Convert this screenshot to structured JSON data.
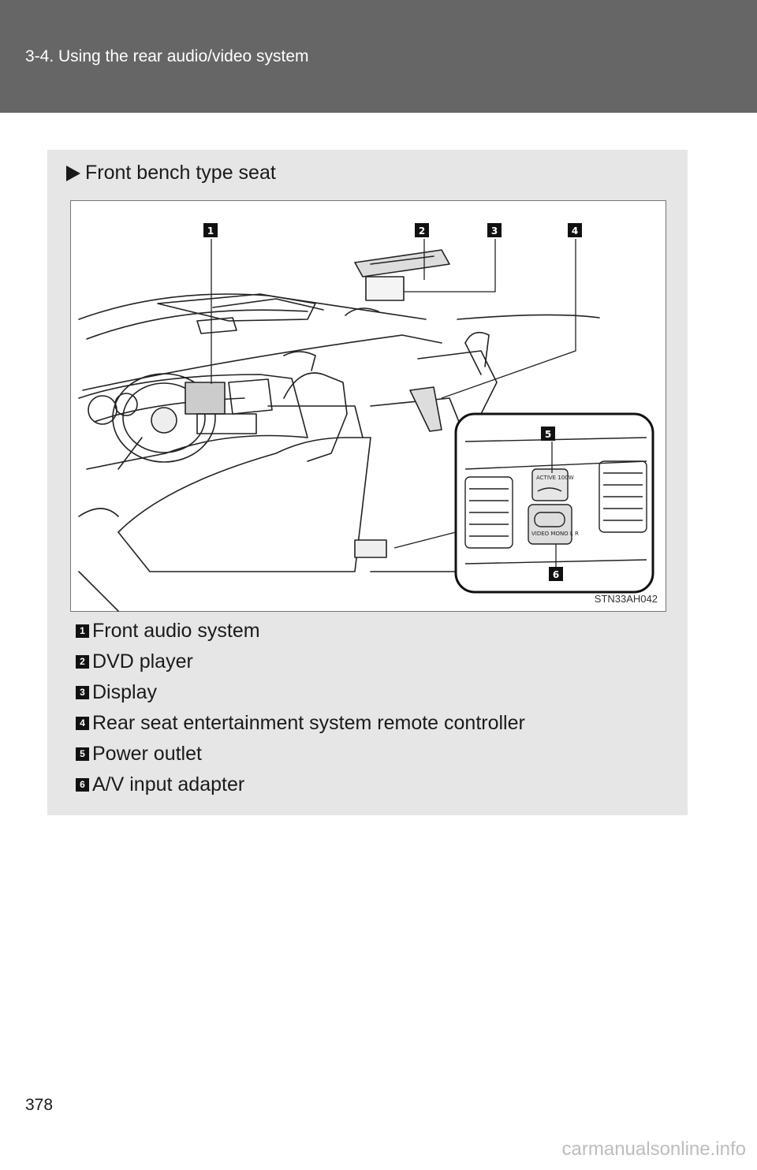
{
  "header": {
    "title": "3-4. Using the rear audio/video system"
  },
  "section": {
    "heading": "Front bench type seat"
  },
  "figure": {
    "code": "STN33AH042",
    "callouts": [
      "1",
      "2",
      "3",
      "4",
      "5",
      "6"
    ]
  },
  "legend": [
    {
      "num": "1",
      "label": "Front audio system"
    },
    {
      "num": "2",
      "label": "DVD player"
    },
    {
      "num": "3",
      "label": "Display"
    },
    {
      "num": "4",
      "label": "Rear seat entertainment system remote controller"
    },
    {
      "num": "5",
      "label": "Power outlet"
    },
    {
      "num": "6",
      "label": "A/V input adapter"
    }
  ],
  "inset": {
    "label_top": "ACTIVE 100W",
    "label_bottom": "VIDEO MONO L R"
  },
  "footer": {
    "page_number": "378",
    "watermark": "carmanualsonline.info"
  },
  "icons": [
    "play-triangle-icon"
  ]
}
